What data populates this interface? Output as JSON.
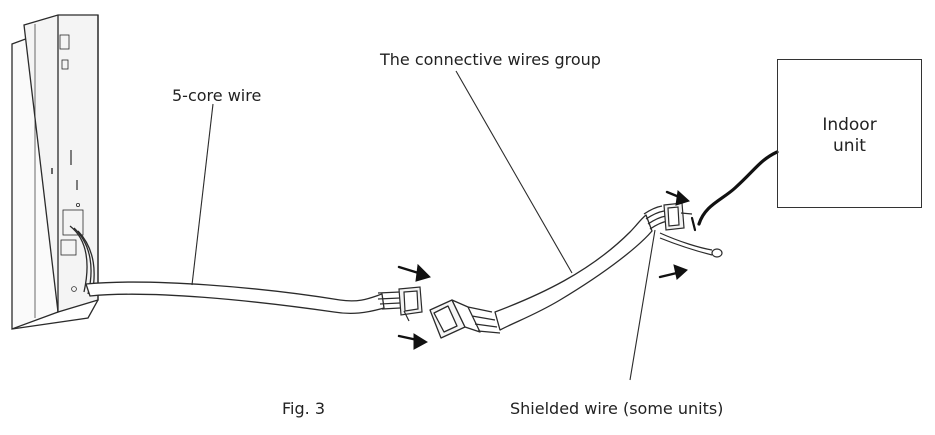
{
  "figure": {
    "caption": "Fig. 3"
  },
  "labels": {
    "five_core_wire": "5-core wire",
    "connective_wires_group": "The connective wires group",
    "shielded_wire": "Shielded wire (some units)"
  },
  "indoor_unit": {
    "line1": "Indoor",
    "line2": "unit"
  },
  "colors": {
    "stroke": "#2b2b2b",
    "fill": "#f5f5f5",
    "arrow": "#111111"
  }
}
